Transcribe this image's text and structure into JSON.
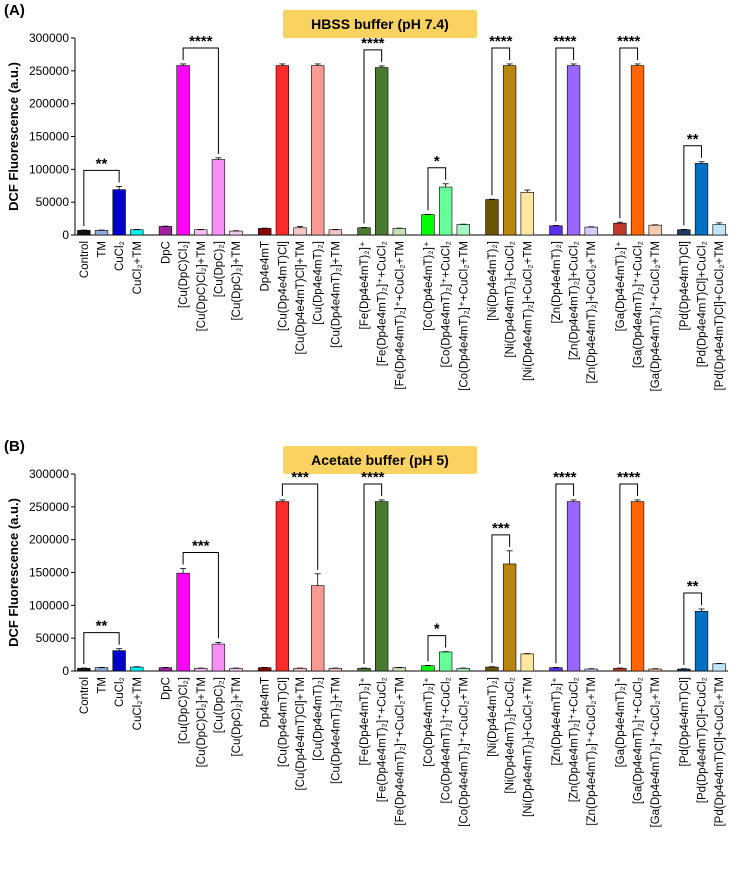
{
  "chart_data": [
    {
      "type": "bar",
      "panel_label": "(A)",
      "title": "HBSS buffer (pH 7.4)",
      "ylabel": "DCF Fluorescence (a.u.)",
      "ylim": [
        0,
        300000
      ],
      "yticks": [
        "0",
        "50000",
        "100000",
        "150000",
        "200000",
        "250000",
        "300000"
      ],
      "categories": [
        "Control",
        "TM",
        "CuCl₂",
        "CuCl₂+TM",
        "DpC",
        "[Cu(DpC)Cl₂]",
        "[Cu(DpC)Cl₂]+TM",
        "[Cu(DpC)₂]",
        "[Cu(DpC)₂]+TM",
        "Dp4e4mT",
        "[Cu(Dp4e4mT)Cl]",
        "[Cu(Dp4e4mT)Cl]+TM",
        "[Cu(Dp4e4mT)₂]",
        "[Cu(Dp4e4mT)₂]+TM",
        "[Fe(Dp4e4mT)₂]⁺",
        "[Fe(Dp4e4mT)₂]⁺+CuCl₂",
        "[Fe(Dp4e4mT)₂]⁺+CuCl₂+TM",
        "[Co(Dp4e4mT)₂]⁺",
        "[Co(Dp4e4mT)₂]⁺+CuCl₂",
        "[Co(Dp4e4mT)₂]⁺+CuCl₂+TM",
        "[Ni(Dp4e4mT)₂]",
        "[Ni(Dp4e4mT)₂]+CuCl₂",
        "[Ni(Dp4e4mT)₂]+CuCl₂+TM",
        "[Zn(Dp4e4mT)₂]",
        "[Zn(Dp4e4mT)₂]+CuCl₂",
        "[Zn(Dp4e4mT)₂]+CuCl₂+TM",
        "[Ga(Dp4e4mT)₂]⁺",
        "[Ga(Dp4e4mT)₂]⁺+CuCl₂",
        "[Ga(Dp4e4mT)₂]⁺+CuCl₂+TM",
        "[Pd(Dp4e4mT)Cl]",
        "[Pd(Dp4e4mT)Cl]+CuCl₂",
        "[Pd(Dp4e4mT)Cl]+CuCl₂+TM"
      ],
      "groups": [
        4,
        5,
        5,
        3,
        3,
        3,
        3,
        3,
        3
      ],
      "values": [
        7000,
        7000,
        69000,
        8000,
        13000,
        258000,
        8000,
        115000,
        6000,
        10000,
        258000,
        11000,
        258000,
        8000,
        11000,
        255000,
        10000,
        31000,
        73000,
        16000,
        54000,
        258000,
        65000,
        14000,
        258000,
        12000,
        18000,
        258000,
        15000,
        8000,
        109000,
        16000
      ],
      "errors": [
        500,
        500,
        5000,
        500,
        500,
        2500,
        500,
        2500,
        500,
        500,
        2500,
        2000,
        2500,
        500,
        500,
        2500,
        500,
        500,
        5000,
        500,
        500,
        2500,
        3500,
        500,
        2500,
        500,
        1500,
        2500,
        500,
        500,
        2500,
        2500
      ],
      "colors": [
        "#111111",
        "#8ea9db",
        "#0000cc",
        "#00eeee",
        "#a020a0",
        "#ff00ff",
        "#f8bbf8",
        "#f590f5",
        "#f2c9f2",
        "#8b0000",
        "#ff2a2a",
        "#f6c6c0",
        "#f79a94",
        "#f4c2c2",
        "#4a7a2e",
        "#4a7a2e",
        "#c6e0b4",
        "#00ff00",
        "#66ff99",
        "#a8f5c6",
        "#6b5300",
        "#b8860b",
        "#fde7a0",
        "#5a2ee8",
        "#9966ff",
        "#d6ccff",
        "#c0392b",
        "#ff6600",
        "#f8cbad",
        "#1f3864",
        "#0070c0",
        "#bfe5f8"
      ],
      "significance": [
        {
          "from": 0,
          "to": 2,
          "label": "**"
        },
        {
          "from": 5,
          "to": 7,
          "label": "****"
        },
        {
          "from": 14,
          "to": 15,
          "label": "****"
        },
        {
          "from": 17,
          "to": 18,
          "label": "*"
        },
        {
          "from": 20,
          "to": 21,
          "label": "****"
        },
        {
          "from": 23,
          "to": 24,
          "label": "****"
        },
        {
          "from": 26,
          "to": 27,
          "label": "****"
        },
        {
          "from": 29,
          "to": 30,
          "label": "**"
        }
      ]
    },
    {
      "type": "bar",
      "panel_label": "(B)",
      "title": "Acetate buffer (pH 5)",
      "ylabel": "DCF Fluorescence (a.u.)",
      "ylim": [
        0,
        300000
      ],
      "yticks": [
        "0",
        "50000",
        "100000",
        "150000",
        "200000",
        "250000",
        "300000"
      ],
      "categories": [
        "Control",
        "TM",
        "CuCl₂",
        "CuCl₂+TM",
        "DpC",
        "[Cu(DpC)Cl₂]",
        "[Cu(DpC)Cl₂]+TM",
        "[Cu(DpC)₂]",
        "[Cu(DpC)₂]+TM",
        "Dp4e4mT",
        "[Cu(Dp4e4mT)Cl]",
        "[Cu(Dp4e4mT)Cl]+TM",
        "[Cu(Dp4e4mT)₂]",
        "[Cu(Dp4e4mT)₂]+TM",
        "[Fe(Dp4e4mT)₂]⁺",
        "[Fe(Dp4e4mT)₂]⁺+CuCl₂",
        "[Fe(Dp4e4mT)₂]⁺+CuCl₂+TM",
        "[Co(Dp4e4mT)₂]⁺",
        "[Co(Dp4e4mT)₂]⁺+CuCl₂",
        "[Co(Dp4e4mT)₂]⁺+CuCl₂+TM",
        "[Ni(Dp4e4mT)₂]",
        "[Ni(Dp4e4mT)₂]+CuCl₂",
        "[Ni(Dp4e4mT)₂]+CuCl₂+TM",
        "[Zn(Dp4e4mT)₂]⁺",
        "[Zn(Dp4e4mT)₂]⁺+CuCl₂",
        "[Zn(Dp4e4mT)₂]⁺+CuCl₂+TM",
        "[Ga(Dp4e4mT)₂]⁺",
        "[Ga(Dp4e4mT)₂]⁺+CuCl₂",
        "[Ga(Dp4e4mT)₂]⁺+CuCl₂+TM",
        "[Pd(Dp4e4mT)Cl]",
        "[Pd(Dp4e4mT)Cl]+CuCl₂",
        "[Pd(Dp4e4mT)Cl]+CuCl₂+TM"
      ],
      "groups": [
        4,
        5,
        5,
        3,
        3,
        3,
        3,
        3,
        3
      ],
      "values": [
        4000,
        5000,
        31000,
        6000,
        5000,
        149000,
        4000,
        41000,
        4000,
        5000,
        258000,
        4000,
        130000,
        4000,
        4000,
        258000,
        5000,
        8000,
        29000,
        4000,
        6000,
        163000,
        26000,
        5000,
        258000,
        3000,
        4000,
        258000,
        3000,
        3000,
        91000,
        11000
      ],
      "errors": [
        500,
        500,
        3000,
        500,
        500,
        7000,
        500,
        2500,
        500,
        500,
        2500,
        500,
        18000,
        500,
        500,
        2500,
        500,
        500,
        500,
        500,
        500,
        20000,
        500,
        500,
        2500,
        500,
        500,
        2500,
        500,
        500,
        3500,
        500
      ],
      "colors": [
        "#111111",
        "#8ea9db",
        "#0000cc",
        "#00eeee",
        "#a020a0",
        "#ff00ff",
        "#f8bbf8",
        "#f590f5",
        "#f2c9f2",
        "#8b0000",
        "#ff2a2a",
        "#f6c6c0",
        "#f79a94",
        "#f4c2c2",
        "#4a7a2e",
        "#4a7a2e",
        "#c6e0b4",
        "#00ff00",
        "#66ff99",
        "#a8f5c6",
        "#6b5300",
        "#b8860b",
        "#fde7a0",
        "#5a2ee8",
        "#9966ff",
        "#d6ccff",
        "#c0392b",
        "#ff6600",
        "#f8cbad",
        "#1f3864",
        "#0070c0",
        "#bfe5f8"
      ],
      "significance": [
        {
          "from": 0,
          "to": 2,
          "label": "**"
        },
        {
          "from": 5,
          "to": 7,
          "label": "***"
        },
        {
          "from": 10,
          "to": 12,
          "label": "***"
        },
        {
          "from": 14,
          "to": 15,
          "label": "****"
        },
        {
          "from": 17,
          "to": 18,
          "label": "*"
        },
        {
          "from": 20,
          "to": 21,
          "label": "***"
        },
        {
          "from": 23,
          "to": 24,
          "label": "****"
        },
        {
          "from": 26,
          "to": 27,
          "label": "****"
        },
        {
          "from": 29,
          "to": 30,
          "label": "**"
        }
      ]
    }
  ]
}
